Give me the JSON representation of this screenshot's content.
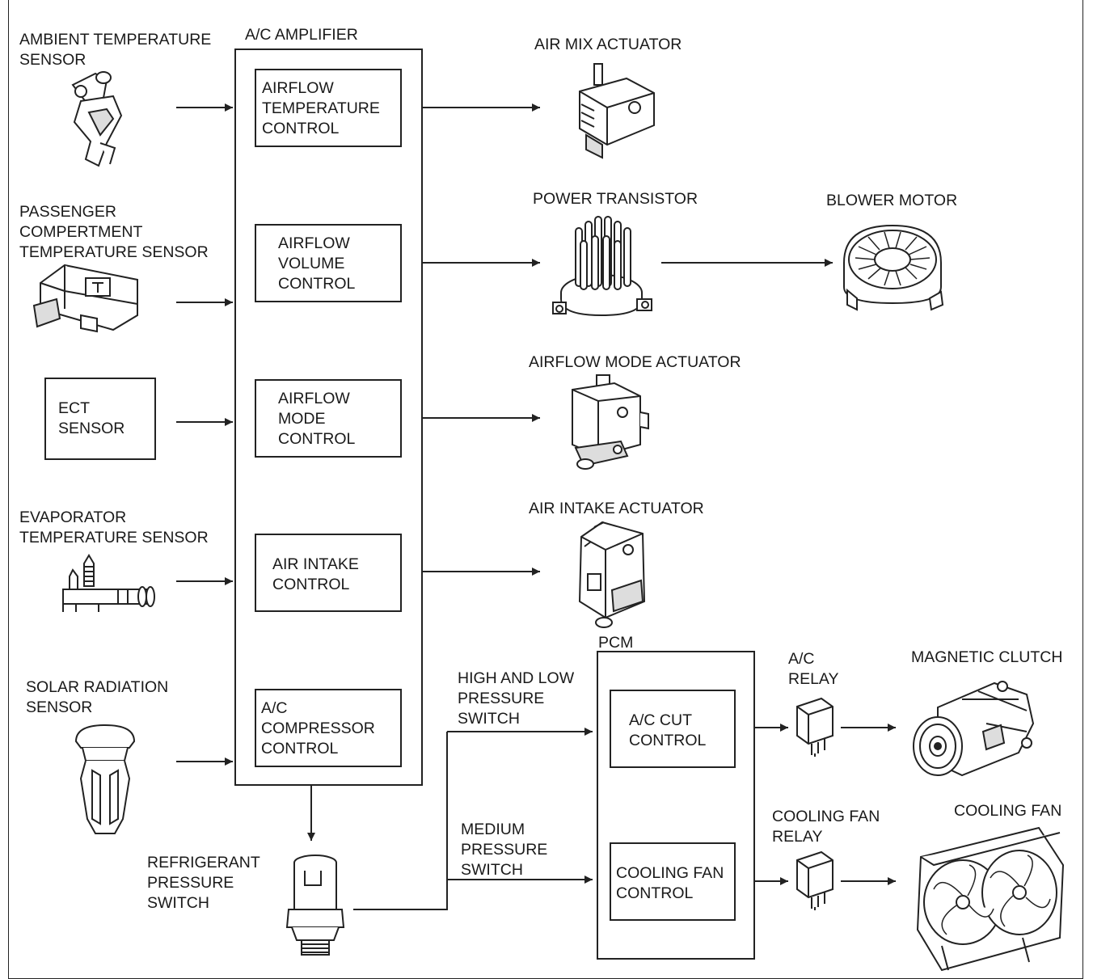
{
  "inputs": {
    "ambient": "AMBIENT TEMPERATURE\nSENSOR",
    "passenger": "PASSENGER\nCOMPERTMENT\nTEMPERATURE SENSOR",
    "ect": "ECT\nSENSOR",
    "evaporator": "EVAPORATOR\nTEMPERATURE SENSOR",
    "solar": "SOLAR RADIATION\nSENSOR",
    "refrigerant": "REFRIGERANT\nPRESSURE\nSWITCH"
  },
  "amplifier": {
    "title": "A/C AMPLIFIER",
    "blocks": {
      "temp": "AIRFLOW\nTEMPERATURE\nCONTROL",
      "volume": "AIRFLOW\nVOLUME\nCONTROL",
      "mode": "AIRFLOW\nMODE\nCONTROL",
      "intake": "AIR INTAKE\nCONTROL",
      "compressor": "A/C\nCOMPRESSOR\nCONTROL"
    }
  },
  "outputs": {
    "air_mix": "AIR MIX ACTUATOR",
    "power_transistor": "POWER TRANSISTOR",
    "blower": "BLOWER MOTOR",
    "mode_actuator": "AIRFLOW MODE ACTUATOR",
    "intake_actuator": "AIR INTAKE ACTUATOR"
  },
  "pcm": {
    "title": "PCM",
    "blocks": {
      "ac_cut": "A/C CUT\nCONTROL",
      "cooling_fan": "COOLING FAN\nCONTROL"
    }
  },
  "switch_lines": {
    "high_low": "HIGH AND LOW\nPRESSURE\nSWITCH",
    "medium": "MEDIUM\nPRESSURE\nSWITCH"
  },
  "relays": {
    "ac_relay": "A/C\nRELAY",
    "fan_relay": "COOLING FAN\nRELAY"
  },
  "final": {
    "clutch": "MAGNETIC CLUTCH",
    "fan": "COOLING FAN"
  },
  "icons": [
    "ambient-sensor-icon",
    "passenger-sensor-icon",
    "evaporator-sensor-icon",
    "solar-sensor-icon",
    "pressure-switch-icon",
    "air-mix-actuator-icon",
    "power-transistor-icon",
    "blower-motor-icon",
    "mode-actuator-icon",
    "intake-actuator-icon",
    "relay-icon",
    "magnetic-clutch-icon",
    "cooling-fan-icon"
  ]
}
